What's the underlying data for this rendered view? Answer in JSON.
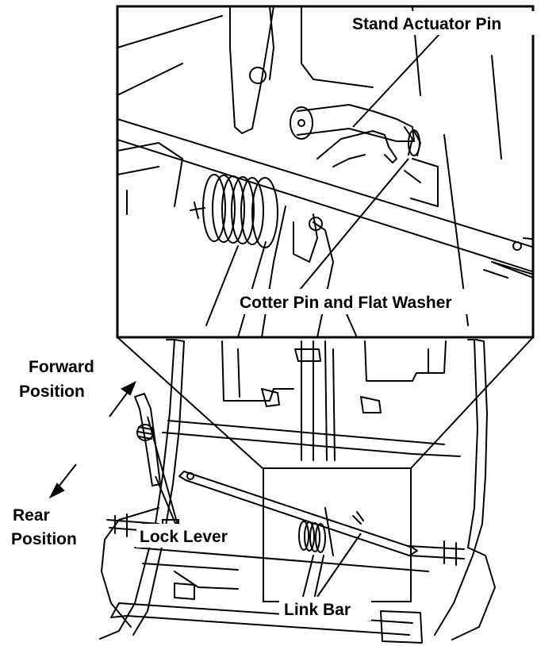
{
  "labels": {
    "stand_actuator_pin": "Stand Actuator Pin",
    "cotter_pin_flat_washer": "Cotter Pin and Flat Washer",
    "forward_position_line1": "Forward",
    "forward_position_line2": "Position",
    "rear_position_line1": "Rear",
    "rear_position_line2": "Position",
    "lock_lever": "Lock Lever",
    "link_bar": "Link Bar"
  },
  "colors": {
    "line": "#000000",
    "background": "#ffffff"
  }
}
